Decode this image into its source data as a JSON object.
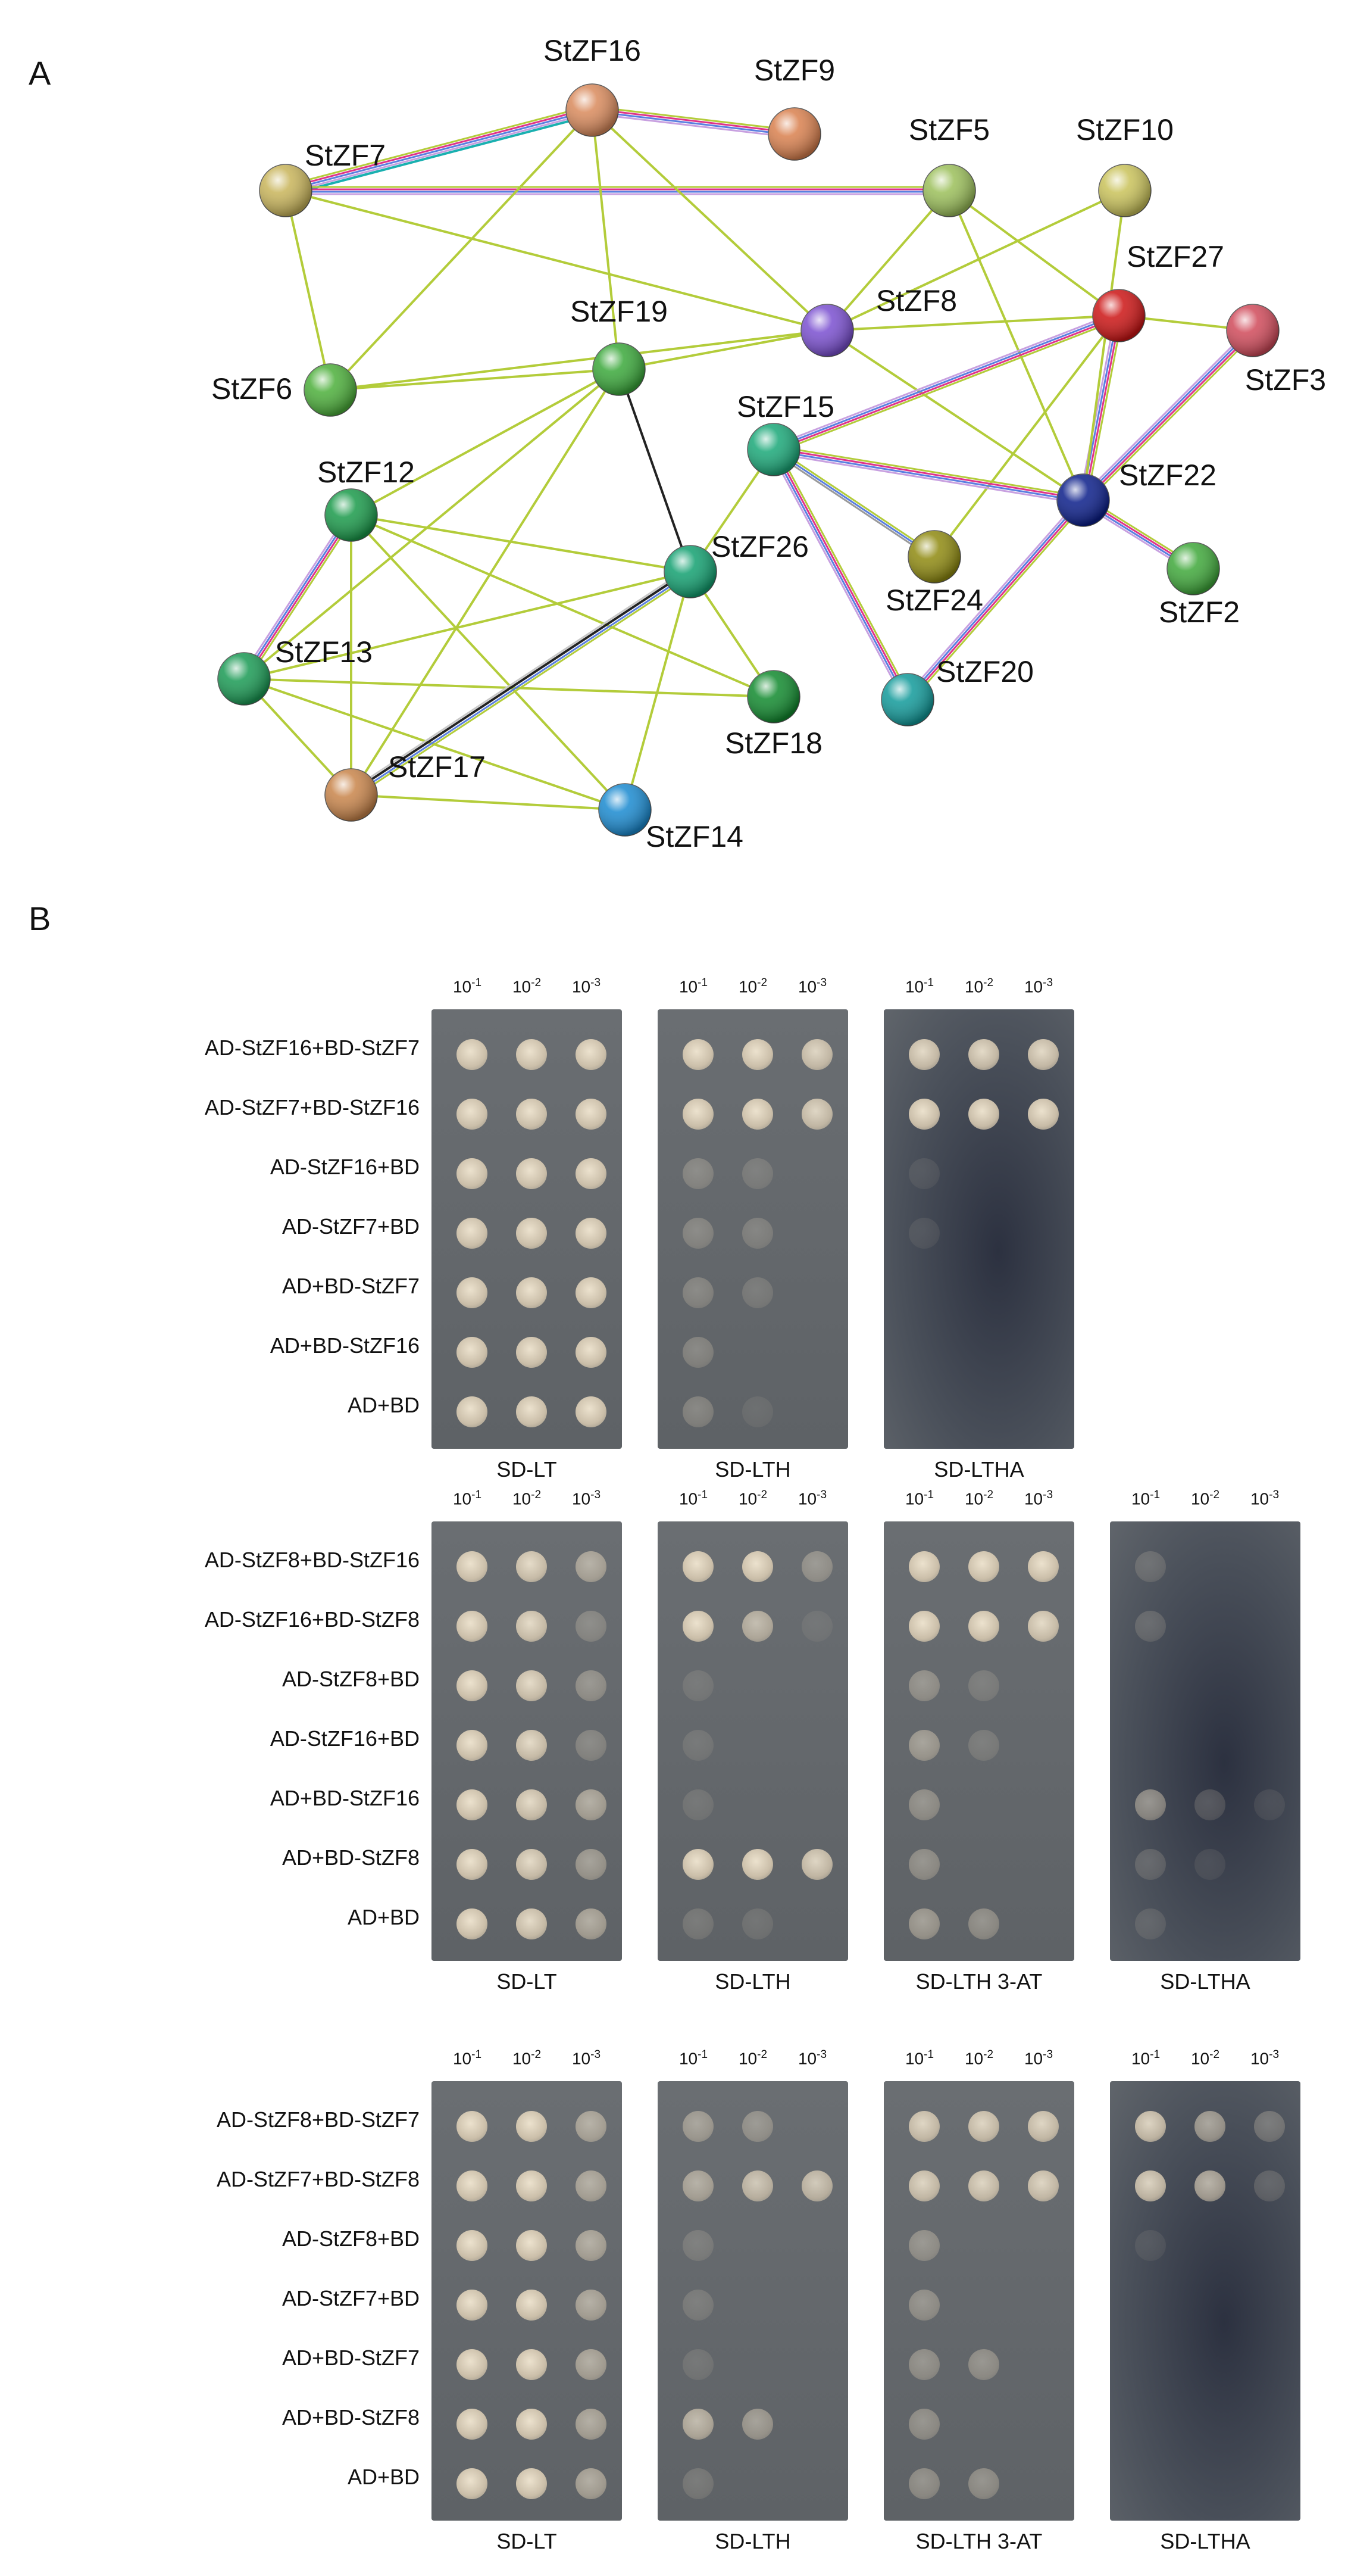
{
  "panel_a": {
    "letter": "A",
    "nodes": [
      {
        "id": "StZF16",
        "label": "StZF16",
        "color": "#d98a5c"
      },
      {
        "id": "StZF9",
        "label": "StZF9",
        "color": "#d9804e"
      },
      {
        "id": "StZF7",
        "label": "StZF7",
        "color": "#c8b45a"
      },
      {
        "id": "StZF5",
        "label": "StZF5",
        "color": "#9bbf5a"
      },
      {
        "id": "StZF10",
        "label": "StZF10",
        "color": "#c9c25a"
      },
      {
        "id": "StZF27",
        "label": "StZF27",
        "color": "#cc1414"
      },
      {
        "id": "StZF3",
        "label": "StZF3",
        "color": "#d04a5a"
      },
      {
        "id": "StZF8",
        "label": "StZF8",
        "color": "#7a4fd0"
      },
      {
        "id": "StZF19",
        "label": "StZF19",
        "color": "#3aa83a"
      },
      {
        "id": "StZF6",
        "label": "StZF6",
        "color": "#4caf3a"
      },
      {
        "id": "StZF15",
        "label": "StZF15",
        "color": "#1aa878"
      },
      {
        "id": "StZF22",
        "label": "StZF22",
        "color": "#0b1e8a"
      },
      {
        "id": "StZF12",
        "label": "StZF12",
        "color": "#1a9a4a"
      },
      {
        "id": "StZF26",
        "label": "StZF26",
        "color": "#12a070"
      },
      {
        "id": "StZF24",
        "label": "StZF24",
        "color": "#8f8a10"
      },
      {
        "id": "StZF2",
        "label": "StZF2",
        "color": "#3fa83a"
      },
      {
        "id": "StZF13",
        "label": "StZF13",
        "color": "#1a9a54"
      },
      {
        "id": "StZF18",
        "label": "StZF18",
        "color": "#118a2e"
      },
      {
        "id": "StZF20",
        "label": "StZF20",
        "color": "#119a9a"
      },
      {
        "id": "StZF17",
        "label": "StZF17",
        "color": "#c8844a"
      },
      {
        "id": "StZF14",
        "label": "StZF14",
        "color": "#1a8ad0"
      }
    ],
    "edges": [
      {
        "from": "StZF7",
        "to": "StZF16",
        "type": "multi-cyan"
      },
      {
        "from": "StZF7",
        "to": "StZF5",
        "type": "multi"
      },
      {
        "from": "StZF16",
        "to": "StZF9",
        "type": "multi"
      },
      {
        "from": "StZF7",
        "to": "StZF6",
        "type": "plain"
      },
      {
        "from": "StZF7",
        "to": "StZF8",
        "type": "plain"
      },
      {
        "from": "StZF16",
        "to": "StZF8",
        "type": "plain"
      },
      {
        "from": "StZF16",
        "to": "StZF6",
        "type": "plain"
      },
      {
        "from": "StZF16",
        "to": "StZF19",
        "type": "plain"
      },
      {
        "from": "StZF5",
        "to": "StZF8",
        "type": "plain"
      },
      {
        "from": "StZF5",
        "to": "StZF22",
        "type": "plain"
      },
      {
        "from": "StZF10",
        "to": "StZF8",
        "type": "plain"
      },
      {
        "from": "StZF8",
        "to": "StZF27",
        "type": "plain"
      },
      {
        "from": "StZF8",
        "to": "StZF22",
        "type": "plain"
      },
      {
        "from": "StZF8",
        "to": "StZF19",
        "type": "plain"
      },
      {
        "from": "StZF8",
        "to": "StZF6",
        "type": "plain"
      },
      {
        "from": "StZF27",
        "to": "StZF3",
        "type": "plain"
      },
      {
        "from": "StZF27",
        "to": "StZF22",
        "type": "multi"
      },
      {
        "from": "StZF27",
        "to": "StZF15",
        "type": "multi"
      },
      {
        "from": "StZF27",
        "to": "StZF24",
        "type": "plain"
      },
      {
        "from": "StZF27",
        "to": "StZF5",
        "type": "plain"
      },
      {
        "from": "StZF10",
        "to": "StZF22",
        "type": "plain"
      },
      {
        "from": "StZF3",
        "to": "StZF22",
        "type": "multi"
      },
      {
        "from": "StZF15",
        "to": "StZF22",
        "type": "multi"
      },
      {
        "from": "StZF15",
        "to": "StZF24",
        "type": "multi-grey"
      },
      {
        "from": "StZF15",
        "to": "StZF20",
        "type": "multi"
      },
      {
        "from": "StZF15",
        "to": "StZF26",
        "type": "plain"
      },
      {
        "from": "StZF22",
        "to": "StZF2",
        "type": "multi"
      },
      {
        "from": "StZF22",
        "to": "StZF20",
        "type": "multi"
      },
      {
        "from": "StZF19",
        "to": "StZF6",
        "type": "plain"
      },
      {
        "from": "StZF19",
        "to": "StZF12",
        "type": "plain"
      },
      {
        "from": "StZF19",
        "to": "StZF13",
        "type": "plain"
      },
      {
        "from": "StZF19",
        "to": "StZF17",
        "type": "plain"
      },
      {
        "from": "StZF19",
        "to": "StZF26",
        "type": "dark"
      },
      {
        "from": "StZF12",
        "to": "StZF13",
        "type": "multi"
      },
      {
        "from": "StZF12",
        "to": "StZF26",
        "type": "plain"
      },
      {
        "from": "StZF12",
        "to": "StZF17",
        "type": "plain"
      },
      {
        "from": "StZF12",
        "to": "StZF18",
        "type": "plain"
      },
      {
        "from": "StZF12",
        "to": "StZF14",
        "type": "plain"
      },
      {
        "from": "StZF13",
        "to": "StZF26",
        "type": "plain"
      },
      {
        "from": "StZF13",
        "to": "StZF18",
        "type": "plain"
      },
      {
        "from": "StZF13",
        "to": "StZF17",
        "type": "plain"
      },
      {
        "from": "StZF13",
        "to": "StZF14",
        "type": "plain"
      },
      {
        "from": "StZF26",
        "to": "StZF17",
        "type": "multi-dark"
      },
      {
        "from": "StZF26",
        "to": "StZF18",
        "type": "plain"
      },
      {
        "from": "StZF26",
        "to": "StZF14",
        "type": "plain"
      },
      {
        "from": "StZF17",
        "to": "StZF14",
        "type": "plain"
      }
    ]
  },
  "panel_b": {
    "letter": "B",
    "dilutions": [
      "10",
      "10",
      "10"
    ],
    "dilution_exponents": [
      "-1",
      "-2",
      "-3"
    ],
    "blocks": [
      {
        "rows": [
          "AD-StZF16+BD-StZF7",
          "AD-StZF7+BD-StZF16",
          "AD-StZF16+BD",
          "AD-StZF7+BD",
          "AD+BD-StZF7",
          "AD+BD-StZF16",
          "AD+BD"
        ],
        "plates": [
          {
            "title": "SD-LT",
            "growth": [
              [
                1,
                1,
                1
              ],
              [
                1,
                1,
                1
              ],
              [
                1,
                1,
                1
              ],
              [
                1,
                1,
                1
              ],
              [
                1,
                1,
                1
              ],
              [
                1,
                1,
                1
              ],
              [
                1,
                1,
                1
              ]
            ]
          },
          {
            "title": "SD-LTH",
            "growth": [
              [
                1,
                1,
                0.9
              ],
              [
                1,
                1,
                0.9
              ],
              [
                0.3,
                0.2,
                0
              ],
              [
                0.3,
                0.25,
                0
              ],
              [
                0.3,
                0.2,
                0
              ],
              [
                0.3,
                0,
                0
              ],
              [
                0.3,
                0.1,
                0
              ]
            ]
          },
          {
            "title": "SD-LTHA",
            "growth": [
              [
                0.95,
                0.95,
                0.95
              ],
              [
                1,
                1,
                1
              ],
              [
                0.1,
                0,
                0
              ],
              [
                0.1,
                0,
                0
              ],
              [
                0,
                0,
                0
              ],
              [
                0,
                0,
                0
              ],
              [
                0,
                0,
                0
              ]
            ]
          }
        ]
      },
      {
        "rows": [
          "AD-StZF8+BD-StZF16",
          "AD-StZF16+BD-StZF8",
          "AD-StZF8+BD",
          "AD-StZF16+BD",
          "AD+BD-StZF16",
          "AD+BD-StZF8",
          "AD+BD"
        ],
        "plates": [
          {
            "title": "SD-LT",
            "growth": [
              [
                1,
                0.95,
                0.6
              ],
              [
                1,
                0.95,
                0.3
              ],
              [
                1,
                0.95,
                0.4
              ],
              [
                1,
                0.95,
                0.3
              ],
              [
                1,
                0.95,
                0.6
              ],
              [
                1,
                0.95,
                0.5
              ],
              [
                1,
                0.95,
                0.6
              ]
            ]
          },
          {
            "title": "SD-LTH",
            "growth": [
              [
                1,
                1,
                0.4
              ],
              [
                1,
                0.7,
                0.1
              ],
              [
                0.15,
                0,
                0
              ],
              [
                0.15,
                0,
                0
              ],
              [
                0.15,
                0,
                0
              ],
              [
                1,
                1,
                0.9
              ],
              [
                0.2,
                0.15,
                0
              ]
            ]
          },
          {
            "title": "SD-LTH 3-AT",
            "growth": [
              [
                1,
                1,
                1
              ],
              [
                1,
                1,
                0.95
              ],
              [
                0.4,
                0.2,
                0
              ],
              [
                0.5,
                0.2,
                0
              ],
              [
                0.4,
                0,
                0
              ],
              [
                0.4,
                0,
                0
              ],
              [
                0.5,
                0.4,
                0
              ]
            ]
          },
          {
            "title": "SD-LTHA",
            "growth": [
              [
                0.2,
                0,
                0
              ],
              [
                0.2,
                0,
                0
              ],
              [
                0,
                0,
                0
              ],
              [
                0,
                0,
                0
              ],
              [
                0.5,
                0.2,
                0.1
              ],
              [
                0.2,
                0.1,
                0
              ],
              [
                0.15,
                0,
                0
              ]
            ]
          }
        ]
      },
      {
        "rows": [
          "AD-StZF8+BD-StZF7",
          "AD-StZF7+BD-StZF8",
          "AD-StZF8+BD",
          "AD-StZF7+BD",
          "AD+BD-StZF7",
          "AD+BD-StZF8",
          "AD+BD"
        ],
        "plates": [
          {
            "title": "SD-LT",
            "growth": [
              [
                1,
                1,
                0.6
              ],
              [
                1,
                1,
                0.6
              ],
              [
                1,
                1,
                0.6
              ],
              [
                1,
                1,
                0.6
              ],
              [
                1,
                1,
                0.6
              ],
              [
                1,
                1,
                0.6
              ],
              [
                1,
                1,
                0.6
              ]
            ]
          },
          {
            "title": "SD-LTH",
            "growth": [
              [
                0.5,
                0.4,
                0
              ],
              [
                0.6,
                0.8,
                0.8
              ],
              [
                0.2,
                0,
                0
              ],
              [
                0.2,
                0,
                0
              ],
              [
                0.15,
                0,
                0
              ],
              [
                0.7,
                0.5,
                0
              ],
              [
                0.2,
                0,
                0
              ]
            ]
          },
          {
            "title": "SD-LTH 3-AT",
            "growth": [
              [
                0.9,
                0.9,
                0.9
              ],
              [
                0.9,
                0.9,
                0.9
              ],
              [
                0.4,
                0,
                0
              ],
              [
                0.4,
                0,
                0
              ],
              [
                0.4,
                0.4,
                0
              ],
              [
                0.4,
                0,
                0
              ],
              [
                0.4,
                0.4,
                0
              ]
            ]
          },
          {
            "title": "SD-LTHA",
            "growth": [
              [
                0.9,
                0.6,
                0.3
              ],
              [
                0.9,
                0.7,
                0.2
              ],
              [
                0.1,
                0,
                0
              ],
              [
                0,
                0,
                0
              ],
              [
                0,
                0,
                0
              ],
              [
                0,
                0,
                0
              ],
              [
                0,
                0,
                0
              ]
            ]
          }
        ]
      }
    ]
  }
}
